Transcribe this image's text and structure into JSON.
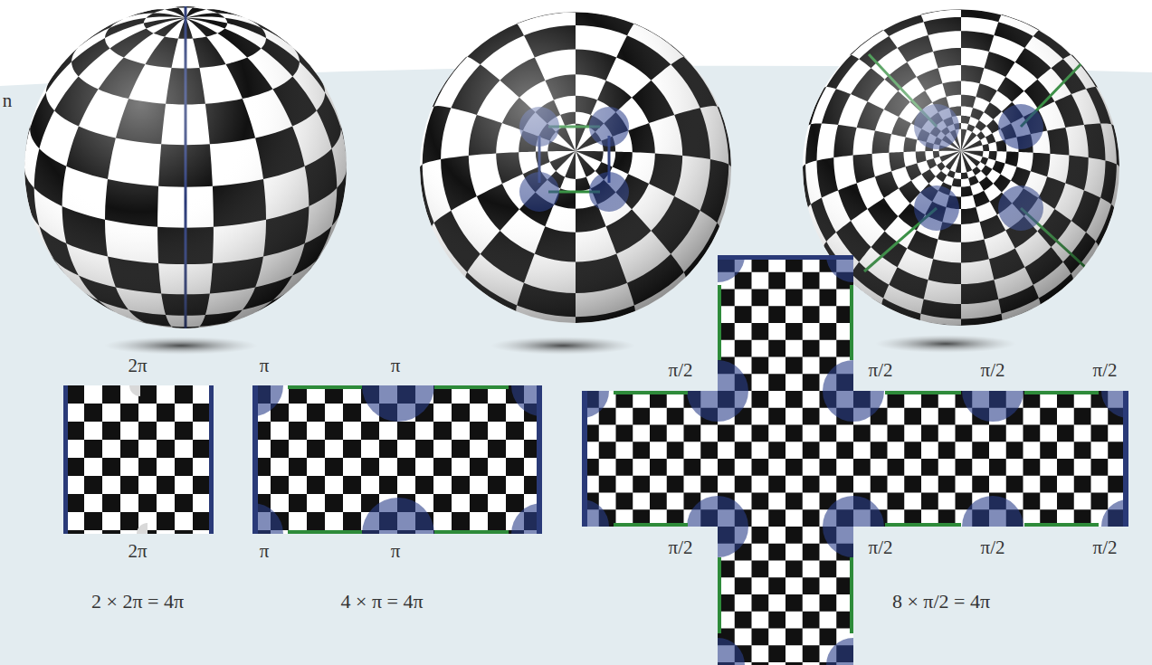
{
  "diagram": {
    "labels": [
      "n",
      "2π",
      "π",
      "π",
      "π/2",
      "π/2",
      "π/2",
      "π/2",
      "2π",
      "π",
      "π",
      "π/2",
      "π/2",
      "π/2",
      "π/2",
      "2 × 2π = 4π",
      "4 × π = 4π",
      "8 × π/2 = 4π"
    ]
  }
}
